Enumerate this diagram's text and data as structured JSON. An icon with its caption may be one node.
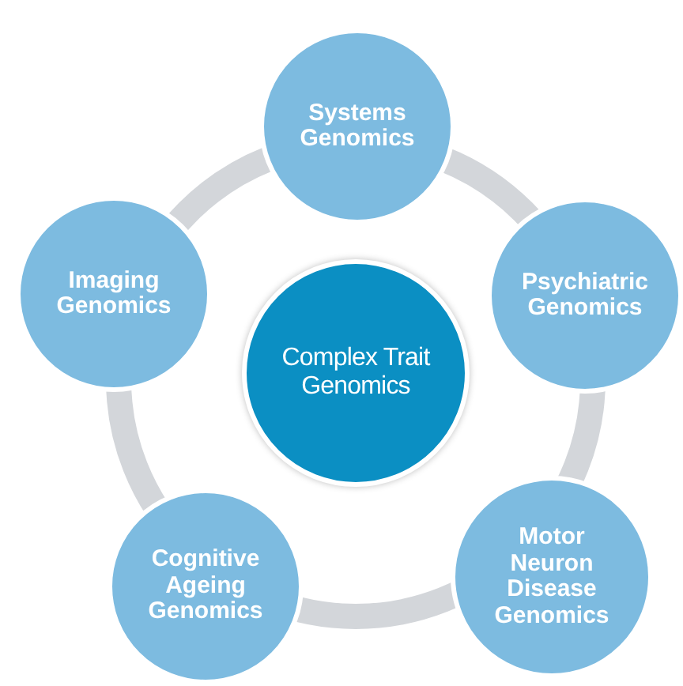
{
  "diagram": {
    "nodes": [
      {
        "text": [
          "Systems Genomics"
        ]
      },
      {
        "text": [
          "Imaging Genomics"
        ]
      },
      {
        "text": [
          "Psychiatric Genomics"
        ]
      },
      {
        "text": [
          "Complex Trait Genomics"
        ]
      },
      {
        "text": [
          "Cognitive Ageing Genomics"
        ]
      },
      {
        "text": [
          "Motor Neuron Disease Genomics"
        ]
      }
    ]
  }
}
